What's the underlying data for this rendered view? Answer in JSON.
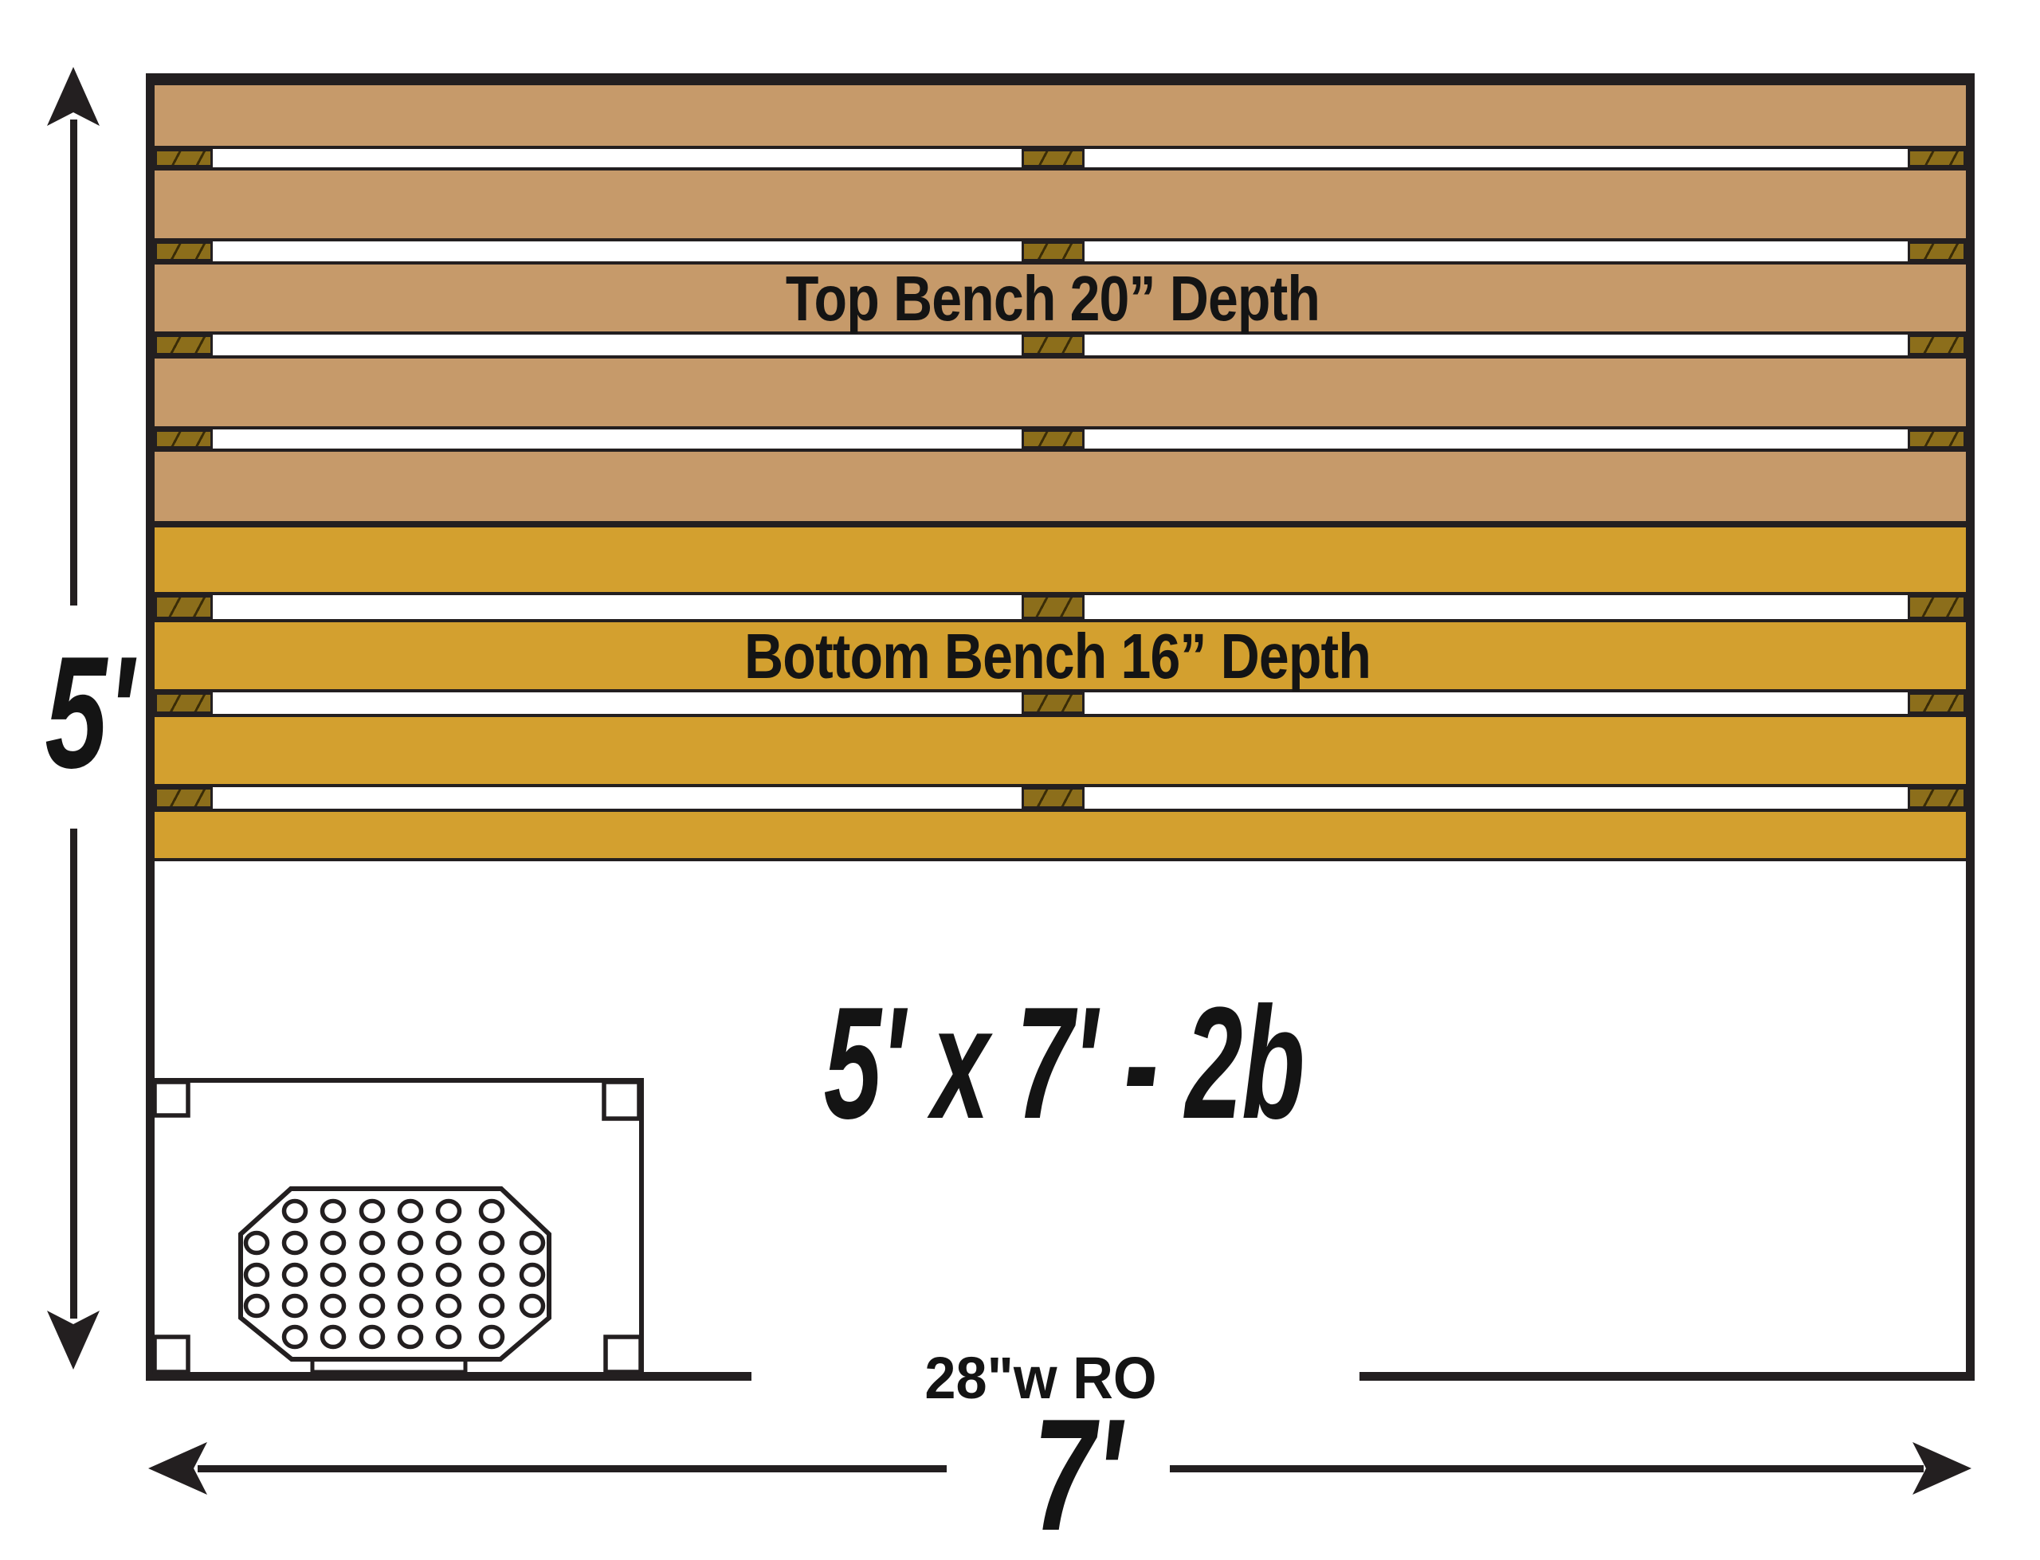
{
  "page": {
    "background": "#FFFFFF"
  },
  "diagram": {
    "room_label": "5' x 7' - 2b",
    "height_dimension": "5'",
    "width_dimension": "7'",
    "door_opening_label": "28\"w RO",
    "line_color": "#231F20",
    "top_bench": {
      "label": "Top Bench 20” Depth",
      "slat_count": 5,
      "slat_color": "#C69A6A"
    },
    "bottom_bench": {
      "label": "Bottom Bench 16” Depth",
      "slat_count": 4,
      "slat_color": "#D3A02F"
    },
    "support_block_color": "#8C6E1B",
    "heater": {
      "grate_rows": [
        6,
        8,
        8,
        8,
        6
      ]
    }
  }
}
